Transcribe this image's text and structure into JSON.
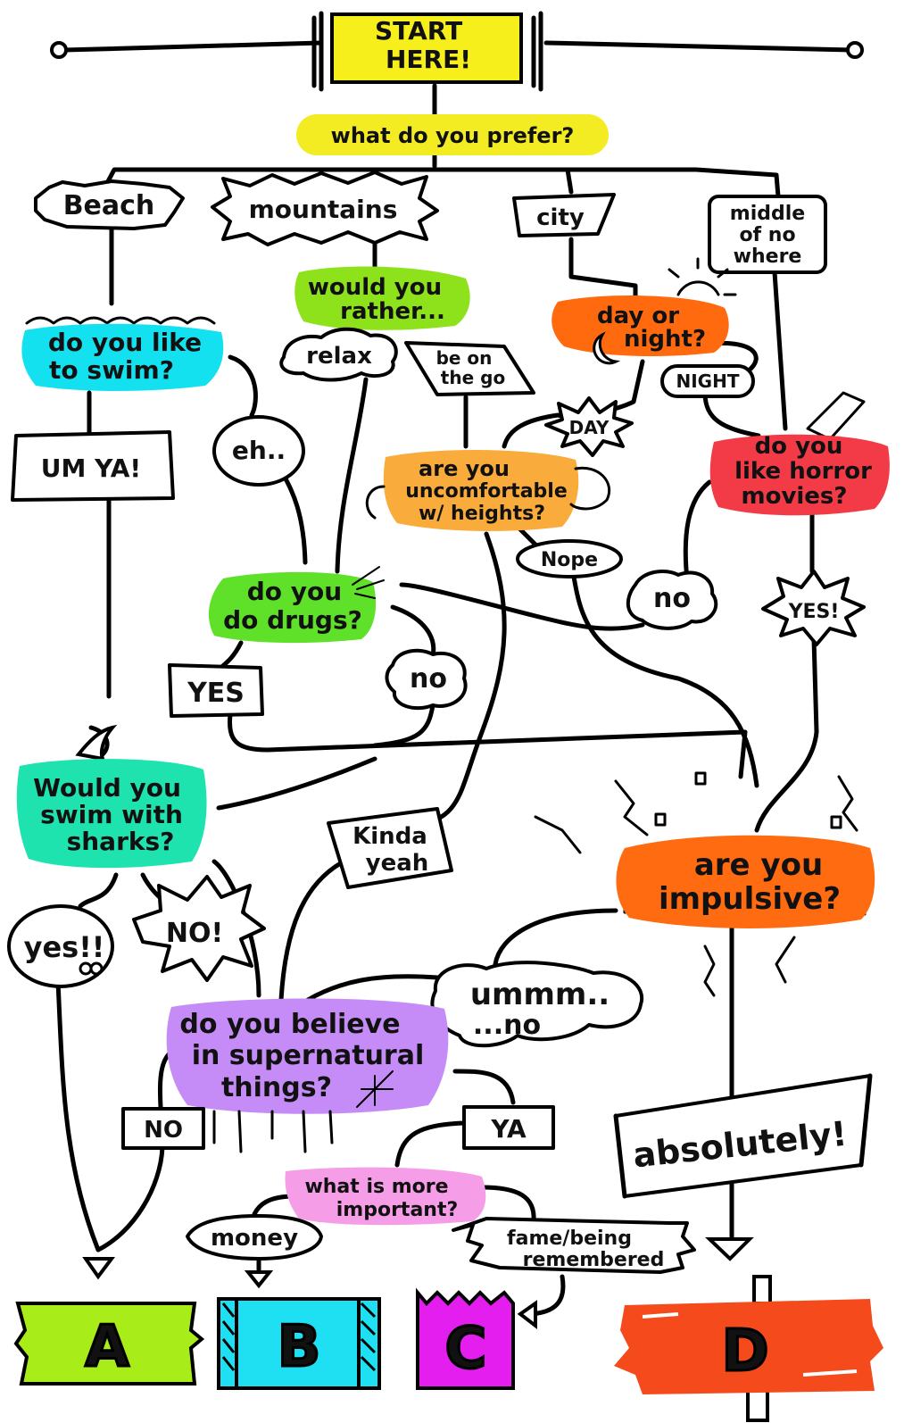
{
  "start": {
    "line1": "START",
    "line2": "HERE!"
  },
  "q_prefer": "what do you prefer?",
  "choices": {
    "beach": "Beach",
    "mountains": "mountains",
    "city": "city",
    "middle": [
      "middle",
      "of no",
      "where"
    ]
  },
  "q_swim": [
    "do you like",
    "to swim?"
  ],
  "q_rather": [
    "would you",
    "rather..."
  ],
  "a_relax": "relax",
  "a_go": [
    "be on",
    "the go"
  ],
  "q_daynight": [
    "day or",
    "night?"
  ],
  "a_night": "NIGHT",
  "a_day": "DAY",
  "q_horror": [
    "do you",
    "like horror",
    "movies?"
  ],
  "a_umya": "UM YA!",
  "a_eh": "eh..",
  "q_heights": [
    "are you",
    "uncomfortable",
    "w/ heights?"
  ],
  "a_nope": "Nope",
  "q_drugs": [
    "do you",
    "do drugs?"
  ],
  "a_no_horror": "no",
  "a_yes_horror": "YES!",
  "a_yes_drugs": "YES",
  "a_no_drugs": "no",
  "q_sharks": [
    "Would you",
    "swim with",
    "sharks?"
  ],
  "a_kinda": [
    "Kinda",
    "yeah"
  ],
  "q_impulsive": [
    "are you",
    "impulsive?"
  ],
  "a_yes_sharks": "yes!!",
  "a_no_sharks": "NO!",
  "a_ummm": [
    "ummm..",
    "...no"
  ],
  "q_supernatural": [
    "do you believe",
    "in supernatural",
    "things?"
  ],
  "a_no_super": "NO",
  "a_ya_super": "YA",
  "a_absolutely": "absolutely!",
  "q_important": [
    "what is more",
    "important?"
  ],
  "a_money": "money",
  "a_fame": [
    "fame/being",
    "remembered"
  ],
  "results": {
    "a": "A",
    "b": "B",
    "c": "C",
    "d": "D"
  },
  "colors": {
    "start": "#f7ef1c",
    "prefer": "#f3ec22",
    "swim": "#14e1f0",
    "rather": "#8de21c",
    "daynight": "#ff6a0f",
    "horror": "#f23b46",
    "heights": "#f9ab3b",
    "drugs": "#5fe12a",
    "sharks": "#1fe3ae",
    "impulsive": "#ff6b10",
    "supernatural": "#c58cf7",
    "important": "#f59ee7",
    "a": "#a8ec1a",
    "b": "#1ee0f2",
    "c": "#e51ef0",
    "d": "#f44a1c"
  }
}
